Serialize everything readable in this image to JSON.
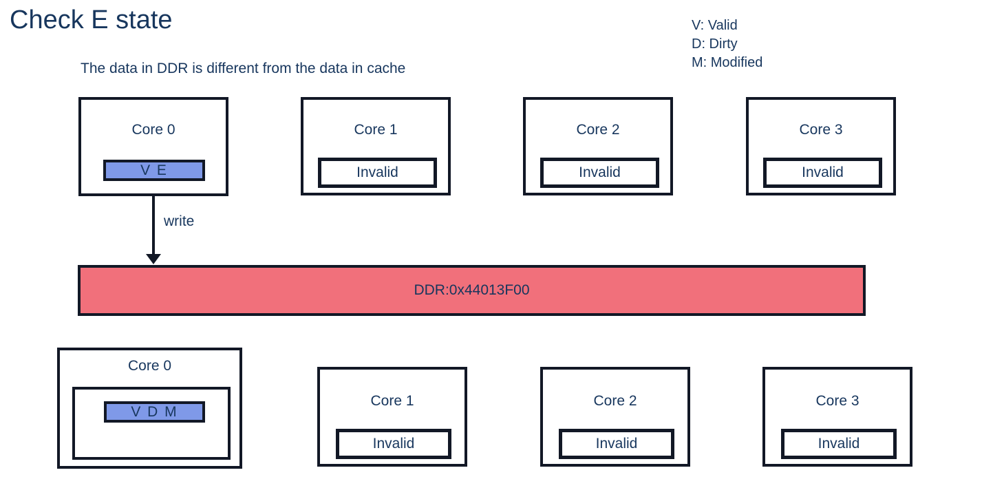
{
  "title": "Check E state",
  "subtitle": "The data in DDR is different from the data in cache",
  "legend": [
    "V: Valid",
    "D: Dirty",
    "M: Modified"
  ],
  "arrow": {
    "label": "write"
  },
  "ddr": {
    "label": "DDR:0x44013F00"
  },
  "colors": {
    "text": "#17365D",
    "border": "#121826",
    "state_highlight_fill": "#7F99E8",
    "ddr_fill": "#F1707B"
  },
  "cores_top": [
    {
      "label": "Core 0",
      "state": "V E"
    },
    {
      "label": "Core 1",
      "state": "Invalid"
    },
    {
      "label": "Core 2",
      "state": "Invalid"
    },
    {
      "label": "Core 3",
      "state": "Invalid"
    }
  ],
  "cores_bottom": [
    {
      "label": "Core 0",
      "state": "V D M"
    },
    {
      "label": "Core 1",
      "state": "Invalid"
    },
    {
      "label": "Core 2",
      "state": "Invalid"
    },
    {
      "label": "Core 3",
      "state": "Invalid"
    }
  ]
}
